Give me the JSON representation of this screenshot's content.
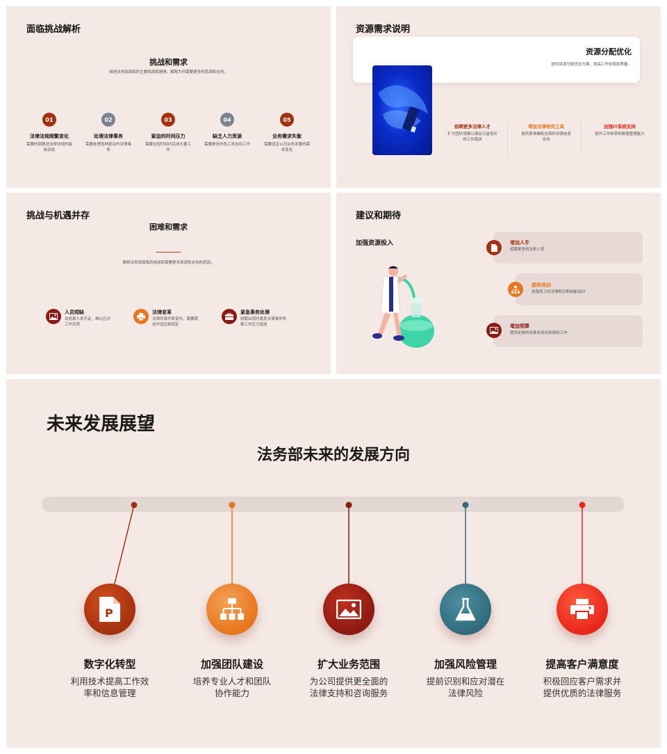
{
  "colors": {
    "dark_red": "#a3300f",
    "orange": "#e8761c",
    "gray": "#7a8391",
    "maroon": "#8b1a12",
    "teal": "#2f6b7c",
    "red": "#e8261a",
    "panel_bg": "#f5e9e5"
  },
  "panel1": {
    "title": "面临挑战解析",
    "subtitle": "挑战和需求",
    "desc": "阐述法务部面临的主要挑战和困难，解释为何需要更多的资源和支持。",
    "items": [
      {
        "num": "01",
        "title": "法律法规频繁变化",
        "desc": "需要时刻跟进法律法规的最新动态"
      },
      {
        "num": "02",
        "title": "处理法律事务",
        "desc": "需要处理各种复杂的法律事务"
      },
      {
        "num": "03",
        "title": "紧迫的时间压力",
        "desc": "需要在短时间内完成大量工作"
      },
      {
        "num": "04",
        "title": "缺乏人力资源",
        "desc": "需要更多的员工来支持工作"
      },
      {
        "num": "05",
        "title": "业务需求失衡",
        "desc": "需要适应公司业务发展的需求变化"
      }
    ]
  },
  "panel2": {
    "title": "资源需求说明",
    "card_title": "资源分配优化",
    "card_desc": "提供资源分配优化方案，提高工作效率和质量。",
    "cols": [
      {
        "title": "招聘更多法律人才",
        "desc": "扩大团队规模以满足日益增长的工作需求"
      },
      {
        "title": "增加法律研究工具",
        "desc": "提供更准确和全面的法律信息支持"
      },
      {
        "title": "加强IT系统支持",
        "desc": "提升工作效率和数据管理能力"
      }
    ]
  },
  "panel3": {
    "title": "挑战与机遇并存",
    "subtitle": "困难和需求",
    "desc": "解释法务部面临的挑战和需要更多资源和支持的原因。",
    "items": [
      {
        "icon": "image-icon",
        "title": "人员短缺",
        "desc": "法务部人员不足，难以应对工作负荷"
      },
      {
        "icon": "printer-icon",
        "title": "法律变革",
        "desc": "法律环境不断变化，需要跟进并适应新规定"
      },
      {
        "icon": "briefcase-icon",
        "title": "紧急事务处理",
        "desc": "频繁出现的紧急法律事务导致工作压力增加"
      }
    ]
  },
  "panel4": {
    "title": "建议和期待",
    "subtitle": "加强资源投入",
    "items": [
      {
        "icon": "document-icon",
        "title": "增加人手",
        "desc": "招聘更多的法务人员"
      },
      {
        "icon": "org-chart-icon",
        "title": "提供培训",
        "desc": "加强员工的法律知识和技能培训"
      },
      {
        "icon": "image-icon",
        "title": "增加预算",
        "desc": "提供足够的经费支持法务部的工作"
      }
    ]
  },
  "panel5": {
    "title": "未来发展展望",
    "subtitle": "法务部未来的发展方向",
    "items": [
      {
        "icon": "powerpoint-icon",
        "title": "数字化转型",
        "desc1": "利用技术提高工作效",
        "desc2": "率和信息管理"
      },
      {
        "icon": "org-chart-icon",
        "title": "加强团队建设",
        "desc1": "培养专业人才和团队",
        "desc2": "协作能力"
      },
      {
        "icon": "image-icon",
        "title": "扩大业务范围",
        "desc1": "为公司提供更全面的",
        "desc2": "法律支持和咨询服务"
      },
      {
        "icon": "flask-icon",
        "title": "加强风险管理",
        "desc1": "提前识别和应对潜在",
        "desc2": "法律风险"
      },
      {
        "icon": "printer-icon",
        "title": "提高客户满意度",
        "desc1": "积极回应客户需求并",
        "desc2": "提供优质的法律服务"
      }
    ]
  }
}
